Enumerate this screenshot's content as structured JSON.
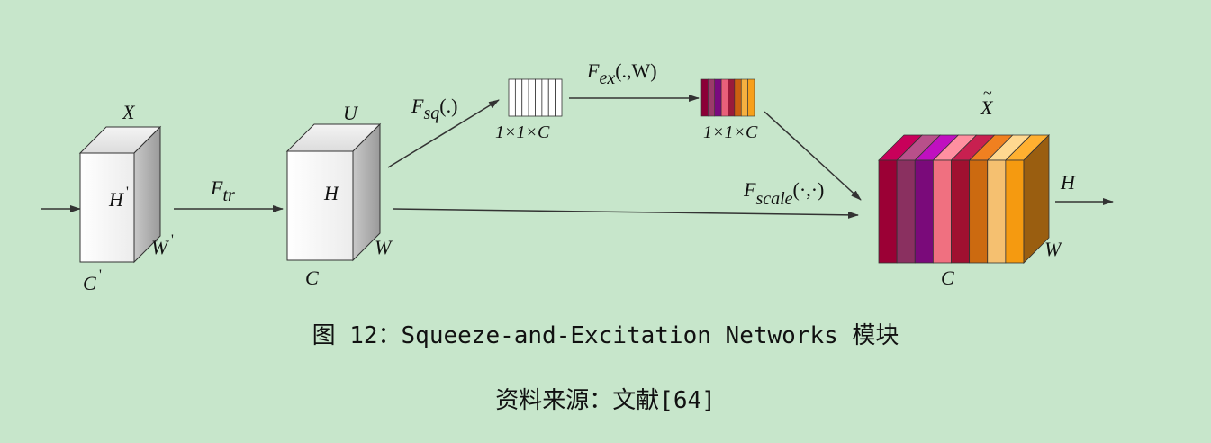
{
  "labels": {
    "x_input": "X",
    "h_prime": "H",
    "prime": "'",
    "w_prime": "W",
    "c_prime": "C",
    "u": "U",
    "h": "H",
    "w": "W",
    "c": "C",
    "f_tr_main": "F",
    "f_tr_sub": "tr",
    "f_sq_main": "F",
    "f_sq_sub": "sq",
    "f_sq_args": "(.)",
    "f_ex_main": "F",
    "f_ex_sub": "ex",
    "f_ex_args": "(.,W)",
    "f_scale_main": "F",
    "f_scale_sub": "scale",
    "f_scale_args": "(·,·)",
    "squeeze_dim": "1×1×C",
    "excite_dim": "1×1×C",
    "x_tilde": "X",
    "tilde": "~",
    "out_h": "H",
    "out_w": "W",
    "out_c": "C"
  },
  "colors": {
    "excite_bars": [
      "#8b0037",
      "#9b3a6a",
      "#7a0a80",
      "#e8607a",
      "#9a1a3a",
      "#cc6010",
      "#f5b040",
      "#f7a01a"
    ],
    "output_slices": [
      "#9b0035",
      "#8a3060",
      "#7a0a7a",
      "#f07080",
      "#a01030",
      "#cc6a10",
      "#f5c070",
      "#f59a10"
    ],
    "output_top": [
      "#c8005a",
      "#b8508a",
      "#c010c0",
      "#ff90a0",
      "#c82050",
      "#f08020",
      "#ffd890",
      "#ffb030"
    ],
    "output_side": "#9a5e10"
  },
  "caption": {
    "title": "图 12：Squeeze-and-Excitation Networks 模块",
    "source": "资料来源：文献[64]"
  }
}
